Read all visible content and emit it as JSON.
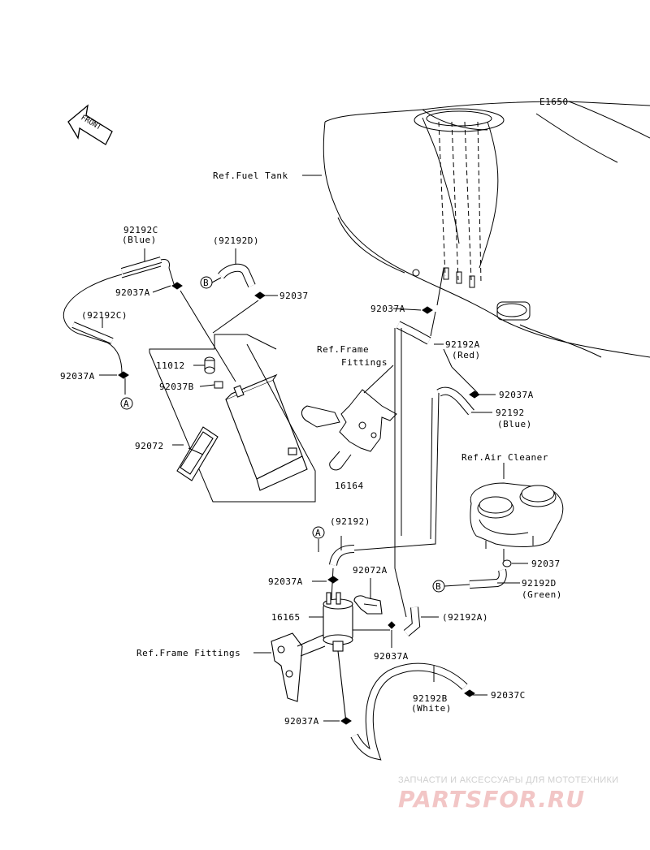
{
  "diagram_id": "E1650",
  "front_label": "FRONT",
  "parts": {
    "p92192C_blue_name": "92192C",
    "p92192C_blue_color": "(Blue)",
    "p92192D_top": "(92192D)",
    "p92037A_top": "92037A",
    "p92037_top": "92037",
    "p92192C_paren": "(92192C)",
    "p11012": "11012",
    "p92037B": "92037B",
    "p92037A_left": "92037A",
    "p92072": "92072",
    "p16164": "16164",
    "p92037A_mid": "92037A",
    "p92192A_red_name": "92192A",
    "p92192A_red_color": "(Red)",
    "p92037A_right": "92037A",
    "p92192_blue_name": "92192",
    "p92192_blue_color": "(Blue)",
    "p92192_paren": "(92192)",
    "p92037A_lower": "92037A",
    "p92072A": "92072A",
    "p16165": "16165",
    "p92192A_paren": "(92192A)",
    "p92037A_bottom": "92037A",
    "p92037_lower": "92037",
    "p92192D_green_name": "92192D",
    "p92192D_green_color": "(Green)",
    "p92192B_white_name": "92192B",
    "p92192B_white_color": "(White)",
    "p92037C": "92037C",
    "p92037A_foot": "92037A"
  },
  "refs": {
    "fuel_tank": "Ref.Fuel Tank",
    "frame_fittings_line1": "Ref.Frame",
    "frame_fittings_line2": "Fittings",
    "air_cleaner": "Ref.Air Cleaner",
    "frame_fittings_lower": "Ref.Frame Fittings"
  },
  "callouts": {
    "a_top": "A",
    "a_bottom": "A",
    "b_top": "B",
    "b_bottom": "B"
  },
  "watermark": {
    "tagline": "ЗАПЧАСТИ И АКСЕССУАРЫ ДЛЯ МОТОТЕХНИКИ",
    "logo": "PARTSFOR.RU"
  }
}
